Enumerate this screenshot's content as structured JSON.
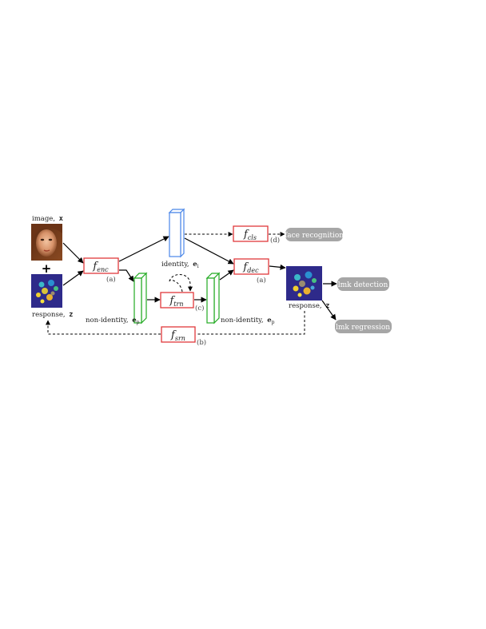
{
  "inputs": {
    "image_label": "image,",
    "image_var": "x",
    "plus": "+",
    "response_label": "response,",
    "response_var": "z"
  },
  "functions": {
    "enc": {
      "base": "f",
      "sub": "enc",
      "tag": "(a)"
    },
    "cls": {
      "base": "f",
      "sub": "cls",
      "tag": "(d)"
    },
    "dec": {
      "base": "f",
      "sub": "dec",
      "tag": "(a)"
    },
    "trn": {
      "base": "f",
      "sub": "trn",
      "tag": "(c)"
    },
    "srn": {
      "base": "f",
      "sub": "srn",
      "tag": "(b)"
    }
  },
  "features": {
    "identity_label": "identity,",
    "identity_var": "e",
    "identity_sub": "i",
    "nonid_left_label": "non-identity,",
    "nonid_right_label": "non-identity,",
    "nonid_var": "e",
    "nonid_sub": "p"
  },
  "output": {
    "response_label": "response,",
    "response_var": "z"
  },
  "tasks": {
    "face_recognition": "face recognition",
    "lmk_detection": "lmk detection",
    "lmk_regression": "lmk regression"
  },
  "colors": {
    "function_border": "#e0393b",
    "identity_block": "#4a86e8",
    "nonidentity_block": "#22aa22",
    "task_pill": "#a6a6a6",
    "response_bg": "#2e2a8a"
  }
}
